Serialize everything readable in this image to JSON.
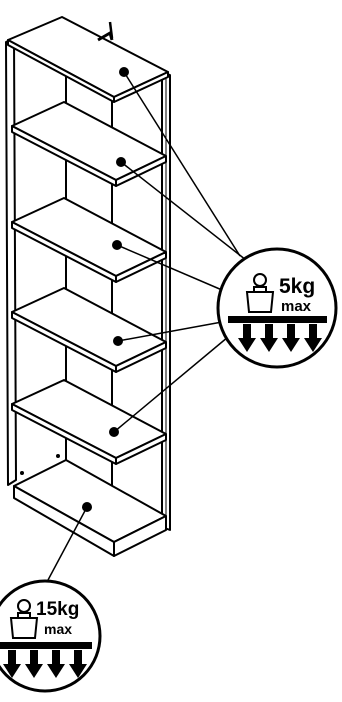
{
  "diagram": {
    "colors": {
      "line": "#000000",
      "background": "#ffffff"
    },
    "shelf_load": {
      "weight": "5kg",
      "qualifier": "max",
      "icon": "weight-icon",
      "applies_to_shelves": 5
    },
    "base_load": {
      "weight": "15kg",
      "qualifier": "max",
      "icon": "weight-icon"
    }
  }
}
